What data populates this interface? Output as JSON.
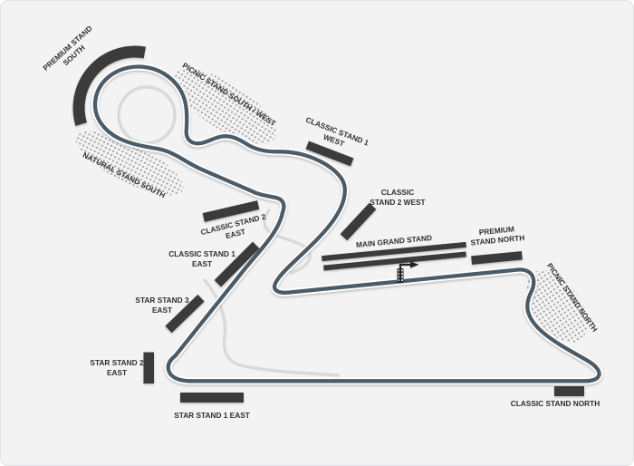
{
  "map": {
    "name": "circuit-grandstand-map"
  },
  "colors": {
    "bg": "#f3f3f4",
    "track": "#4c5c68",
    "stand": "#3a3a3a",
    "label": "#2f2f2f",
    "dots": "#98989a",
    "link": "#d9d9d9",
    "casing": "#ffffff"
  },
  "stands": {
    "premium_south": {
      "line1": "PREMIUM STAND",
      "line2": "SOUTH"
    },
    "picnic_south_west": {
      "line1": "PICNIC STAND SOUTH / WEST"
    },
    "classic_1_west": {
      "line1": "CLASSIC STAND 1",
      "line2": "WEST"
    },
    "classic_2_west": {
      "line1": "CLASSIC",
      "line2": "STAND 2 WEST"
    },
    "main_grand": {
      "line1": "MAIN GRAND STAND"
    },
    "premium_north": {
      "line1": "PREMIUM",
      "line2": "STAND NORTH"
    },
    "picnic_north": {
      "line1": "PICNIC STAND NORTH"
    },
    "classic_north": {
      "line1": "CLASSIC STAND NORTH"
    },
    "natural_south": {
      "line1": "NATURAL STAND SOUTH"
    },
    "classic_2_east": {
      "line1": "CLASSIC STAND 2",
      "line2": "EAST"
    },
    "classic_1_east": {
      "line1": "CLASSIC STAND 1",
      "line2": "EAST"
    },
    "star_3_east": {
      "line1": "STAR STAND 3",
      "line2": "EAST"
    },
    "star_2_east": {
      "line1": "STAR STAND 2",
      "line2": "EAST"
    },
    "star_1_east": {
      "line1": "STAR STAND 1 EAST"
    }
  },
  "icons": {
    "race_direction_arrow": "right-arrow",
    "start_finish_flag": "checkered-flag-pole"
  }
}
